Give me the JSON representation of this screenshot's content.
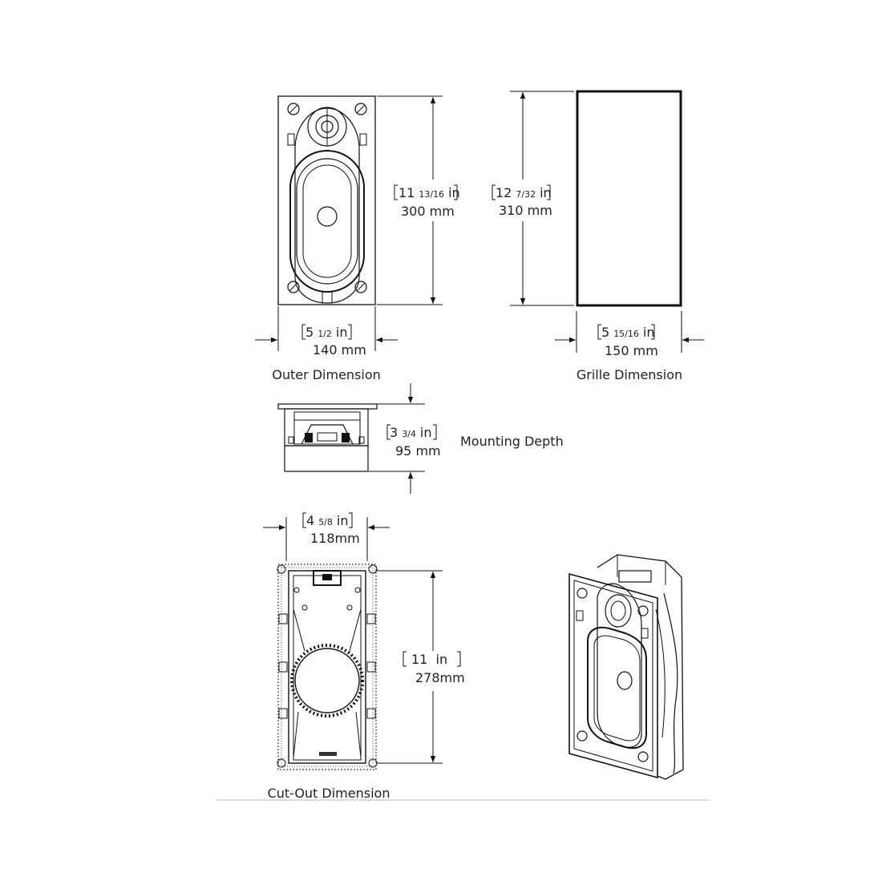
{
  "outer": {
    "height_in_whole": "11",
    "height_in_frac": "13/16",
    "height_unit": "in",
    "height_mm": "300 mm",
    "width_in_whole": "5",
    "width_in_frac": "1/2",
    "width_unit": "in",
    "width_mm": "140 mm",
    "caption": "Outer Dimension"
  },
  "grille": {
    "height_in_whole": "12",
    "height_in_frac": "7/32",
    "height_unit": "in",
    "height_mm": "310 mm",
    "width_in_whole": "5",
    "width_in_frac": "15/16",
    "width_unit": "in",
    "width_mm": "150 mm",
    "caption": "Grille Dimension"
  },
  "depth": {
    "in_whole": "3",
    "in_frac": "3/4",
    "unit": "in",
    "mm": "95 mm",
    "caption": "Mounting Depth"
  },
  "cutout": {
    "width_in_whole": "4",
    "width_in_frac": "5/8",
    "width_unit": "in",
    "width_mm": "118mm",
    "height_in": "11  in",
    "height_mm": "278mm",
    "caption": "Cut-Out Dimension"
  },
  "colors": {
    "line": "#111111",
    "background": "#ffffff"
  }
}
